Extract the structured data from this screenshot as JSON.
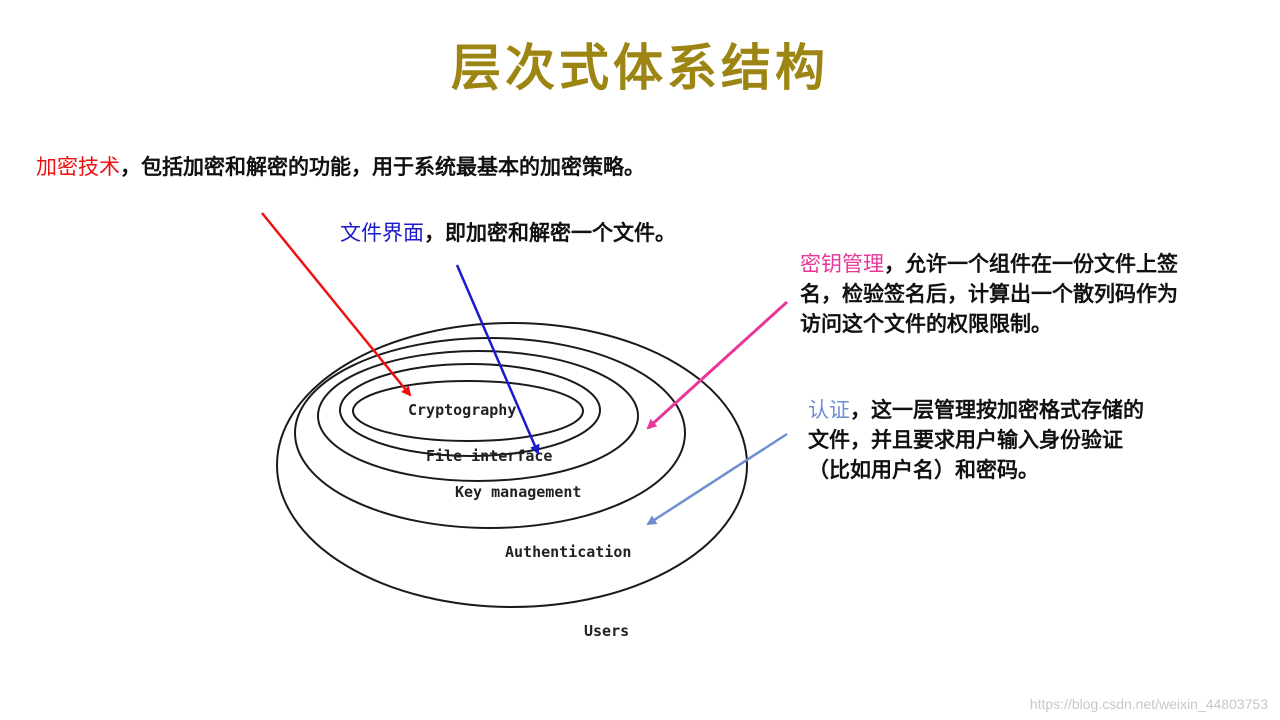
{
  "title": "层次式体系结构",
  "notes": {
    "crypto": {
      "highlight": "加密技术",
      "text": "，包括加密和解密的功能，用于系统最基本的加密策略。"
    },
    "file": {
      "highlight": "文件界面",
      "text": "，即加密和解密一个文件。"
    },
    "key": {
      "highlight": "密钥管理",
      "text": "，允许一个组件在一份文件上签名，检验签名后，计算出一个散列码作为访问这个文件的权限限制。"
    },
    "auth": {
      "highlight": "认证",
      "text": "，这一层管理按加密格式存储的文件，并且要求用户输入身份验证（比如用户名）和密码。"
    }
  },
  "layers": {
    "cryptography": "Cryptography",
    "file_interface": "File interface",
    "key_management": "Key management",
    "authentication": "Authentication",
    "users": "Users"
  },
  "arrow_colors": {
    "crypto": "#ee1111",
    "file": "#1a1acc",
    "key": "#e8369a",
    "auth": "#6e8fcf"
  },
  "watermark": "https://blog.csdn.net/weixin_44803753"
}
